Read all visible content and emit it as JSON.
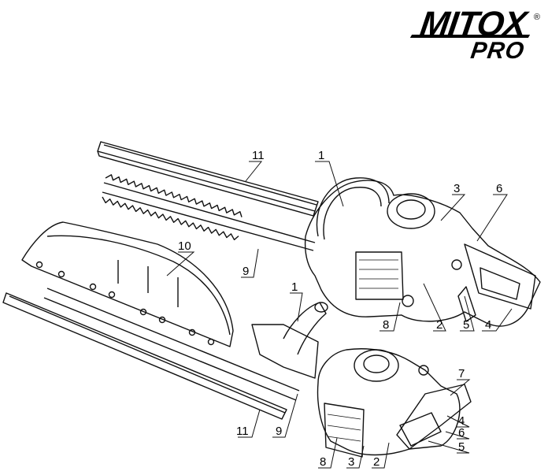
{
  "brand": {
    "name": "MITOX",
    "registered_mark": "®",
    "sub": "PRO"
  },
  "callouts_top": [
    "11",
    "1",
    "3",
    "6",
    "10",
    "9",
    "8",
    "2",
    "5",
    "4"
  ],
  "callouts_bottom": [
    "1",
    "7",
    "4",
    "6",
    "5",
    "11",
    "9",
    "8",
    "3",
    "2"
  ]
}
